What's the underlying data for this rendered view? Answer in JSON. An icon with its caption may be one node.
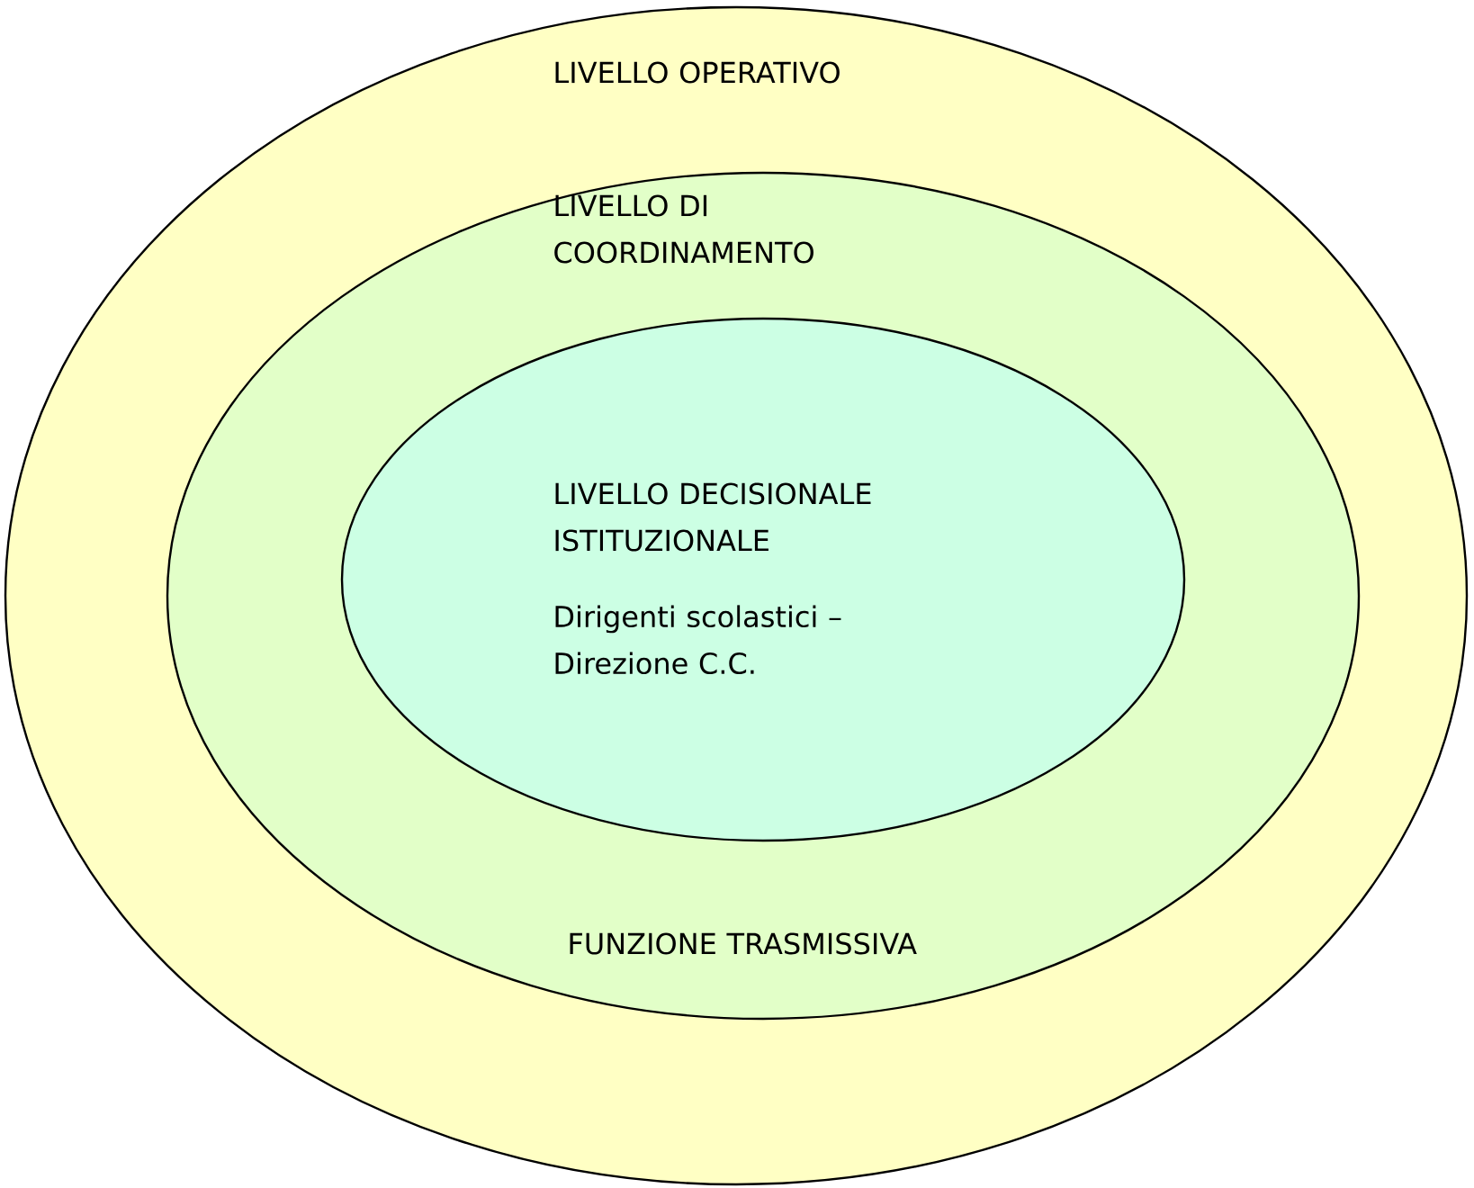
{
  "diagram": {
    "nodes": [
      {
        "text": [
          "LIVELLO OPERATIVO"
        ]
      },
      {
        "text": [
          "LIVELLO DI COORDINAMENTO",
          "FUNZIONE TRASMISSIVA"
        ],
        "in": 0
      },
      {
        "text": [
          "LIVELLO DECISIONALE ISTITUZIONALE",
          "Dirigenti scolastici – Direzione C.C."
        ],
        "in": 1
      }
    ]
  }
}
